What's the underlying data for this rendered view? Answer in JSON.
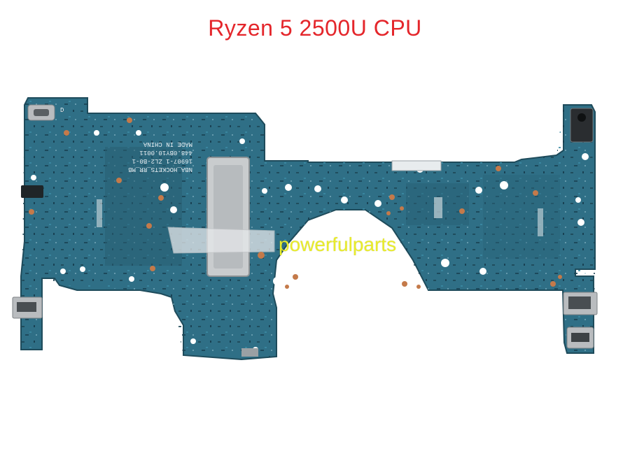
{
  "caption": "Ryzen 5 2500U CPU",
  "watermark": "powerfulparts",
  "silkscreen": {
    "line1": "NBA_HOCKETS_RR_MB",
    "line2": "16907-1   ZL2-B0-1",
    "line3": "448.0BY10.0011",
    "line4": "MADE IN CHINA",
    "edge_marker": "D"
  },
  "colors": {
    "caption": "#e4262b",
    "watermark": "#e9ec2a",
    "pcb": "#2f6f86",
    "pcb_dark": "#245a6e",
    "shield": "#c9ccce",
    "port_metal": "#b9bcbf"
  }
}
